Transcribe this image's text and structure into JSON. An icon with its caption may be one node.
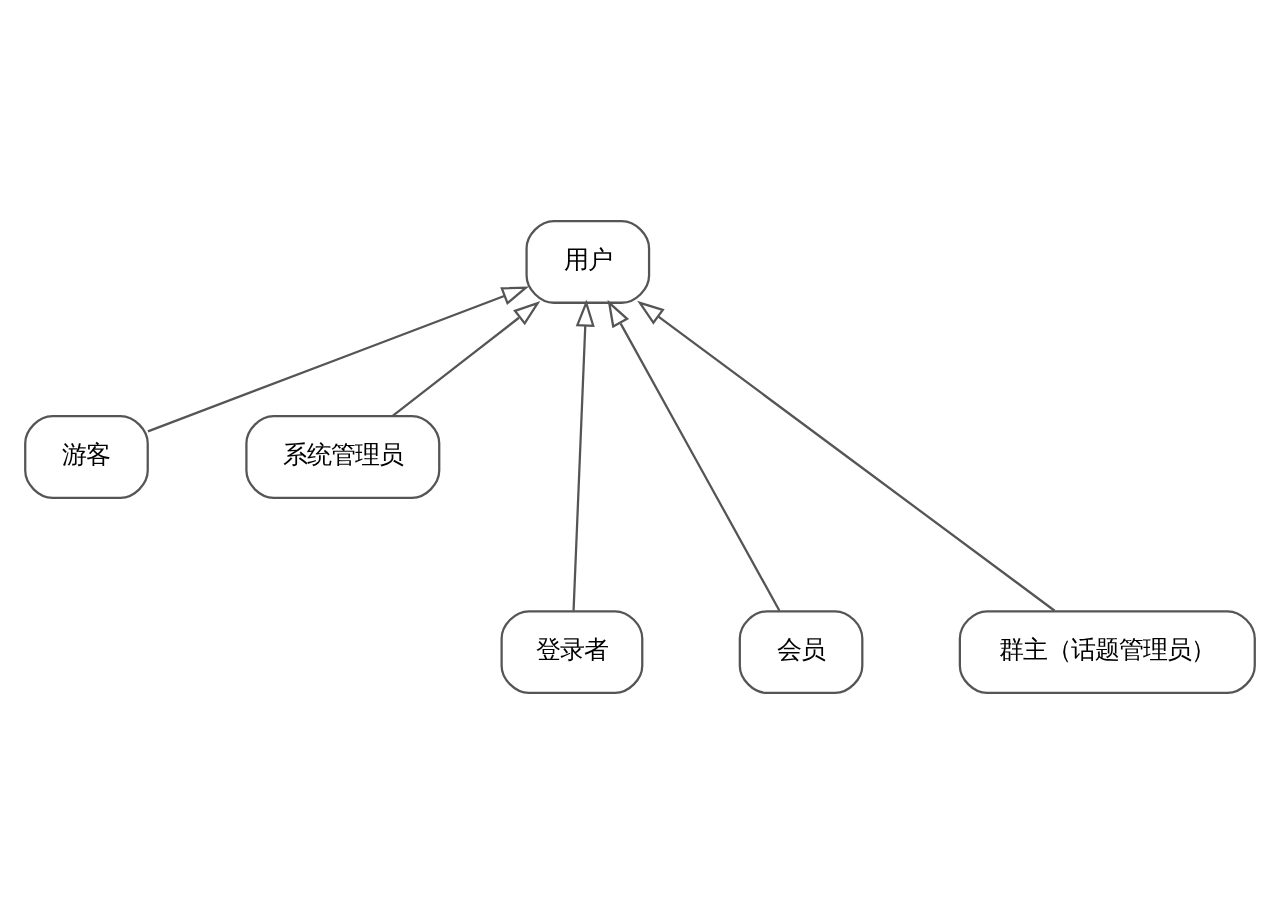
{
  "diagram": {
    "nodes": [
      {
        "text": [
          "用户"
        ]
      },
      {
        "text": [
          "游客"
        ]
      },
      {
        "text": [
          "系统管理员"
        ]
      },
      {
        "text": [
          "登录者"
        ]
      },
      {
        "text": [
          "会员"
        ]
      },
      {
        "text": [
          "群主（话题管理员）"
        ]
      }
    ],
    "edges": [
      {
        "from": 1,
        "to": 0,
        "arrow": "to"
      },
      {
        "from": 2,
        "to": 0,
        "arrow": "to"
      },
      {
        "from": 3,
        "to": 0,
        "arrow": "to"
      },
      {
        "from": 4,
        "to": 0,
        "arrow": "to"
      },
      {
        "from": 5,
        "to": 0,
        "arrow": "to"
      }
    ]
  }
}
